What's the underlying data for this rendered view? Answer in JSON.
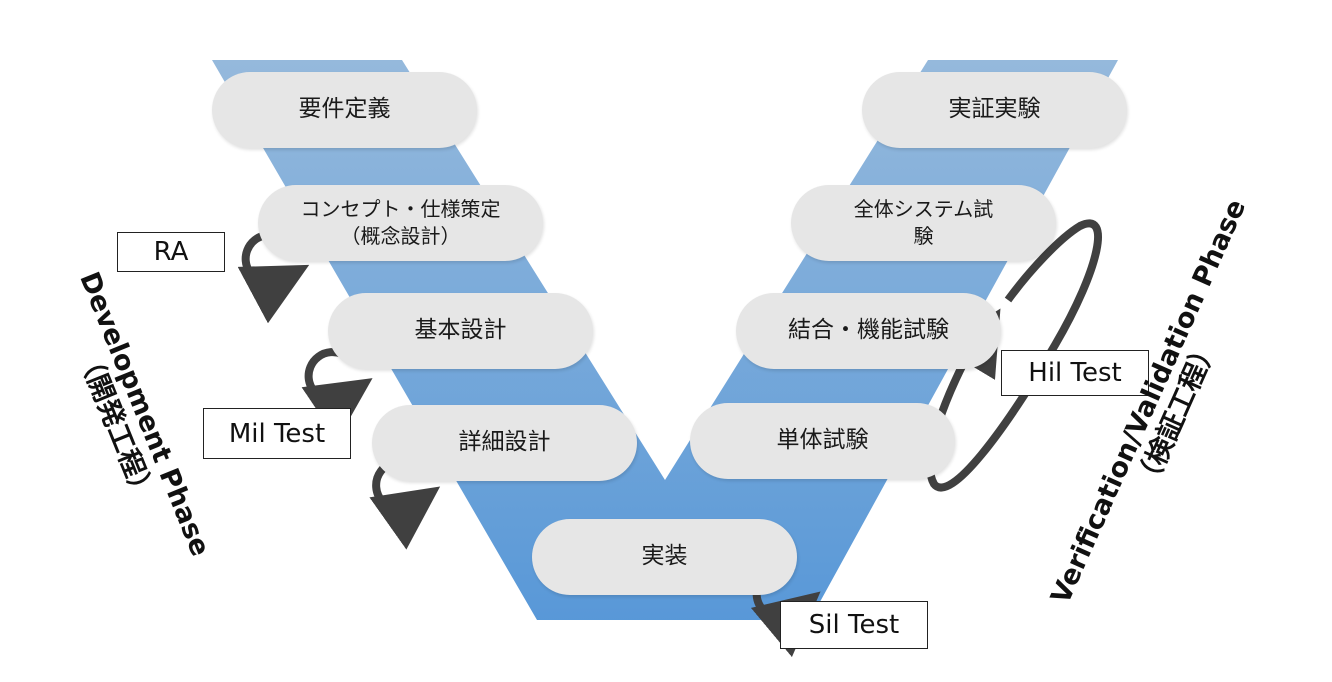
{
  "colors": {
    "v_shape_top": "#8cb3d9",
    "v_shape_bottom": "#4a8fd4",
    "stage_fill": "#e6e6e6",
    "arrow": "#404040"
  },
  "development_stages": {
    "requirements": "要件定義",
    "concept": "コンセプト・仕様策定（概念設計）",
    "basic_design": "基本設計",
    "detailed_design": "詳細設計"
  },
  "implementation": "実装",
  "verification_stages": {
    "field_test": "実証実験",
    "system_test": "全体システム試験",
    "integration_test": "結合・機能試験",
    "unit_test": "単体試験"
  },
  "test_labels": {
    "ra": "RA",
    "mil": "Mil Test",
    "sil": "Sil Test",
    "hil": "Hil Test"
  },
  "phases": {
    "development": {
      "name": "Development Phase",
      "ja": "（開発工程）"
    },
    "verification": {
      "name": "Verification/Validation Phase",
      "ja": "（検証工程）"
    }
  },
  "icons": {
    "loop": "circular-arrow-icon",
    "ellipse": "ellipse-loop-icon"
  }
}
